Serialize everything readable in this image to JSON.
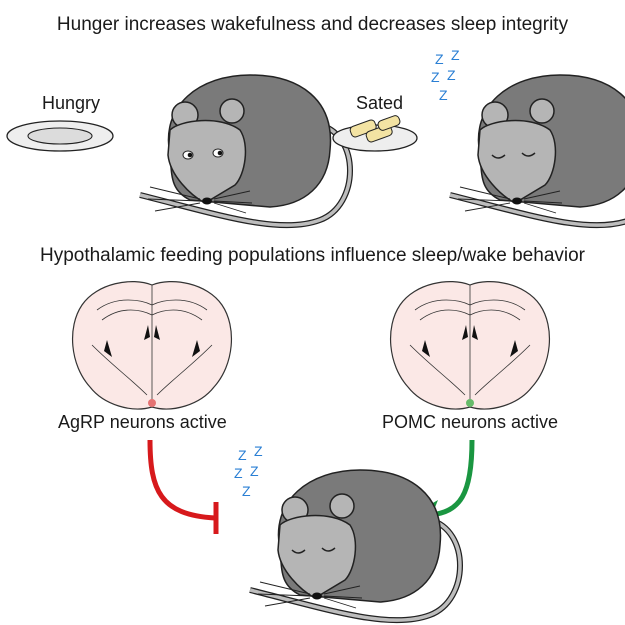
{
  "panel_top": {
    "title": "Hunger increases wakefulness and decreases sleep integrity",
    "left_label": "Hungry",
    "right_label": "Sated",
    "sleep_symbol": "Z"
  },
  "panel_bottom": {
    "title": "Hypothalamic feeding populations influence sleep/wake behavior",
    "left_label": "AgRP neurons active",
    "right_label": "POMC neurons active",
    "sleep_symbol": "Z"
  },
  "colors": {
    "mouse_body": "#7a7a7a",
    "mouse_head": "#b5b5b5",
    "brain_fill": "#fbe8e6",
    "inhibit_arrow": "#d7191c",
    "activate_arrow": "#1a9641",
    "zzz": "#2a7fd4",
    "cheese": "#f3e3a3"
  }
}
